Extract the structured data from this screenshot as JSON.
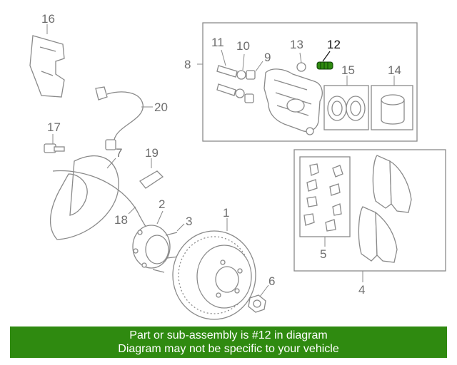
{
  "labels": {
    "l1": "1",
    "l2": "2",
    "l3": "3",
    "l4": "4",
    "l5": "5",
    "l6": "6",
    "l7": "7",
    "l8": "8",
    "l9": "9",
    "l10": "10",
    "l11": "11",
    "l12": "12",
    "l13": "13",
    "l14": "14",
    "l15": "15",
    "l16": "16",
    "l17": "17",
    "l18": "18",
    "l19": "19",
    "l20": "20"
  },
  "highlight": {
    "part": "12",
    "color": "#2f8a10"
  },
  "banner": {
    "line1": "Part or sub-assembly is #12 in diagram",
    "line2": "Diagram may not be specific to your vehicle",
    "color": "#2f8a10"
  }
}
